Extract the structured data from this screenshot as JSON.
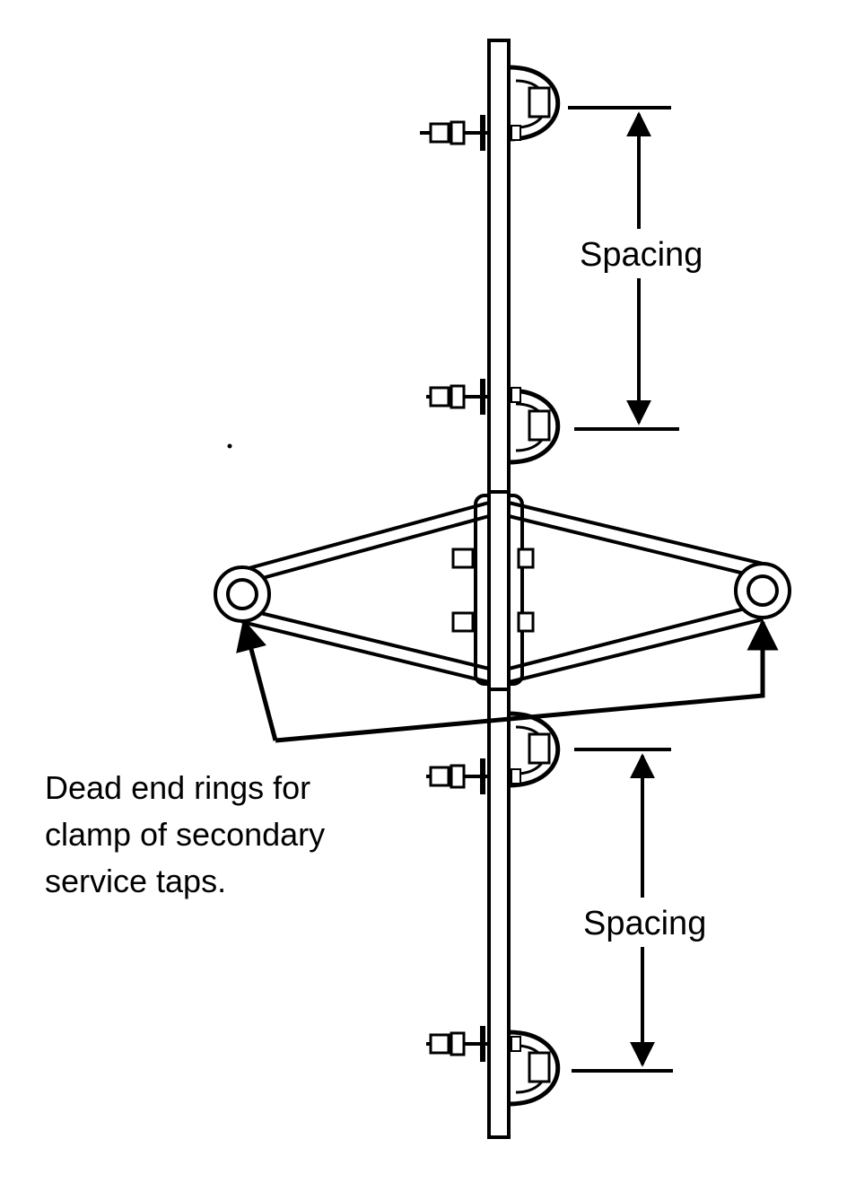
{
  "labels": {
    "spacing_top": "Spacing",
    "spacing_bottom": "Spacing",
    "caption_lines": [
      "Dead end rings for",
      "clamp of secondary",
      "service taps."
    ]
  },
  "colors": {
    "ink": "#000000",
    "paper": "#ffffff"
  }
}
